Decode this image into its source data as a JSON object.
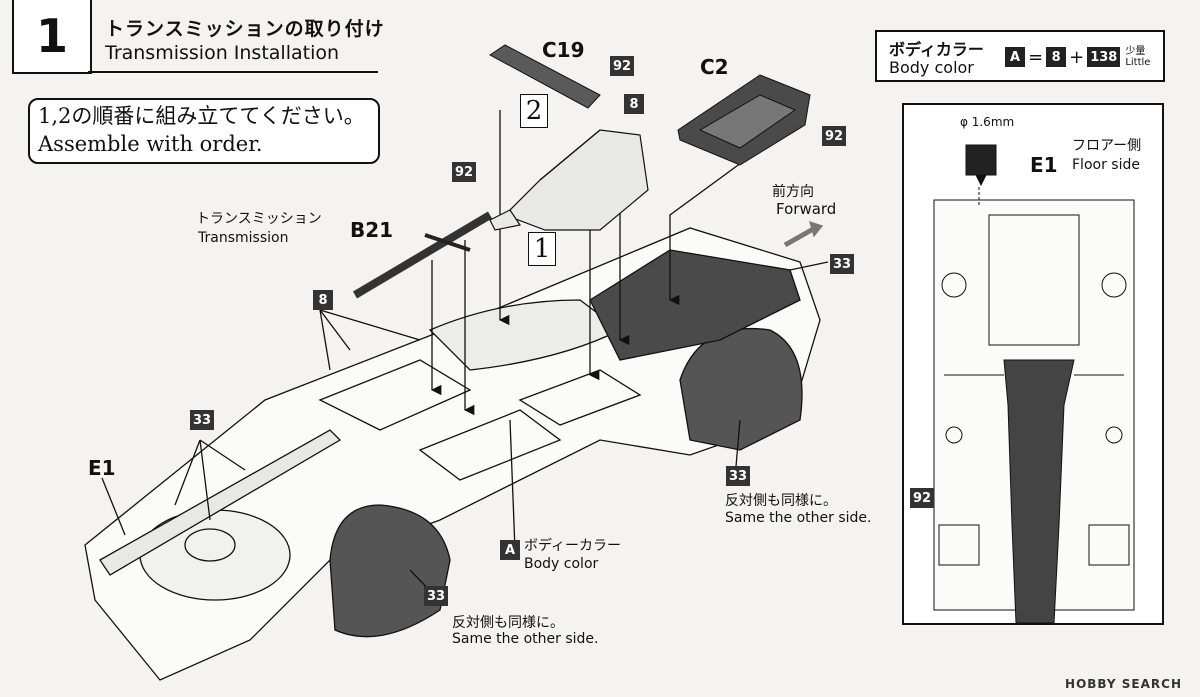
{
  "step": {
    "number": "1",
    "title_jp": "トランスミッションの取り付け",
    "title_en": "Transmission Installation"
  },
  "order_note": {
    "jp": "1,2の順番に組み立ててください。",
    "en": "Assemble with order."
  },
  "body_color_legend": {
    "title_jp": "ボディカラー",
    "title_en": "Body color",
    "code": "A",
    "equals": "=",
    "color1": "8",
    "plus": "+",
    "color2": "138",
    "little_jp": "少量",
    "little_en": "Little"
  },
  "parts": {
    "c19": "C19",
    "c2": "C2",
    "b21": "B21",
    "e1_main": "E1",
    "e1_inset": "E1"
  },
  "color_tags": {
    "c19": "92",
    "c2": "92",
    "trans_top": "8",
    "b21": "92",
    "floor_left": "8",
    "left_33": "33",
    "right_33_top": "33",
    "right_33_mid": "33",
    "bottom_33": "33",
    "inset_92": "92",
    "body_a": "A"
  },
  "order_markers": {
    "first": "1",
    "second": "2"
  },
  "labels": {
    "transmission_jp": "トランスミッション",
    "transmission_en": "Transmission",
    "forward_jp": "前方向",
    "forward_en": "Forward",
    "same_side_jp_1": "反対側も同様に。",
    "same_side_en_1": "Same the other side.",
    "same_side_jp_2": "反対側も同様に。",
    "same_side_en_2": "Same the other side.",
    "body_color_jp": "ボディーカラー",
    "body_color_en": "Body color",
    "floor_jp": "フロアー側",
    "floor_en": "Floor side",
    "drill": "φ 1.6mm"
  },
  "watermark": "HOBBY SEARCH",
  "colors": {
    "background": "#f4f3f1",
    "ink": "#111111",
    "tag_fill": "#333333",
    "shade": "#4a4a4a"
  }
}
